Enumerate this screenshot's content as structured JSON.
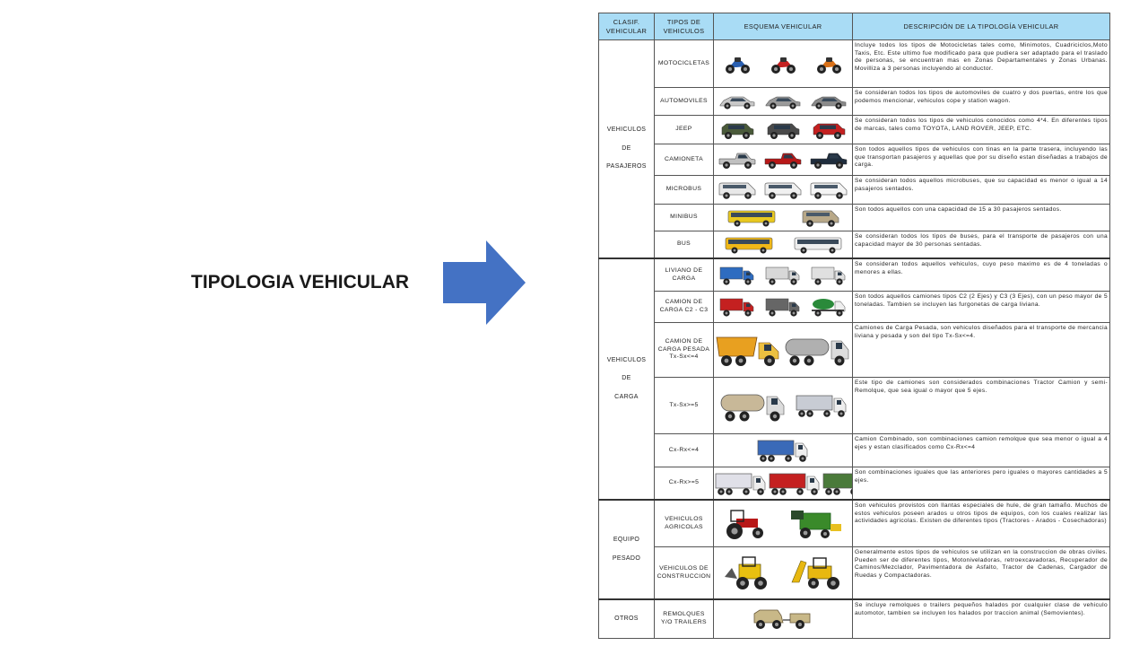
{
  "slide": {
    "title": "TIPOLOGIA VEHICULAR",
    "arrow_color": "#4472c4"
  },
  "table": {
    "headers": [
      "CLASIF. VEHICULAR",
      "TIPOS DE VEHICULOS",
      "ESQUEMA VEHICULAR",
      "DESCRIPCIÓN DE LA TIPOLOGÍA VEHICULAR"
    ],
    "header_color": "#a9dcf5",
    "groups": [
      {
        "label": [
          "VEHICULOS",
          "DE",
          "PASAJEROS"
        ]
      },
      {
        "label": [
          "VEHICULOS",
          "DE",
          "CARGA"
        ]
      },
      {
        "label": [
          "EQUIPO",
          "PESADO"
        ]
      },
      {
        "label": [
          "OTROS"
        ]
      }
    ],
    "rows": [
      {
        "type": "MOTOCICLETAS",
        "icons": [
          "motorcycle-icon",
          "quad-bike-icon",
          "mototaxi-icon"
        ],
        "description": "Incluye todos los tipos de Motocicletas tales como, Minimotos, Cuadriciclos,Moto Taxis, Etc. Este ultimo fue modificado para que pudiera ser adaptado para el traslado de personas, se encuentran mas en Zonas Departamentales y Zonas Urbanas. Movilliza a 3 personas incluyendo al conductor."
      },
      {
        "type": "AUTOMOVILES",
        "icons": [
          "sedan-car-icon",
          "coupe-car-icon",
          "station-wagon-icon"
        ],
        "description": "Se consideran todos los tipos de automoviles de cuatro y dos puertas, entre los que podemos mencionar, vehiculos cope y station wagon."
      },
      {
        "type": "JEEP",
        "icons": [
          "jeep-icon",
          "suv-icon",
          "red-suv-icon"
        ],
        "description": "Se consideran todos los tipos de vehiculos conocidos como 4*4. En diferentes tipos de marcas, tales como TOYOTA, LAND ROVER, JEEP, ETC."
      },
      {
        "type": "CAMIONETA",
        "icons": [
          "pickup-truck-icon",
          "red-pickup-icon",
          "dark-pickup-icon"
        ],
        "description": "Son todos aquellos tipos de vehiculos con tinas en la parte trasera, incluyendo las que transportan pasajeros y aquellas que por su diseño estan diseñadas a trabajos de carga."
      },
      {
        "type": "MICROBUS",
        "icons": [
          "microbus-icon",
          "van-icon",
          "white-van-icon"
        ],
        "description": "Se consideran todos aquellos microbuses, que su capacidad es menor o igual a 14 pasajeros sentados."
      },
      {
        "type": "MINIBUS",
        "icons": [
          "yellow-minibus-icon",
          "minibus-icon"
        ],
        "description": "Son todos aquellos con una capacidad de 15 a 30 pasajeros sentados."
      },
      {
        "type": "BUS",
        "icons": [
          "school-bus-icon",
          "coach-bus-icon"
        ],
        "description": "Se consideran todos los tipos de buses, para el transporte de pasajeros con una capacidad mayor de 30 personas sentadas."
      },
      {
        "type": "LIVIANO DE CARGA",
        "icons": [
          "light-truck-icon",
          "flatbed-truck-icon",
          "box-truck-icon"
        ],
        "description": "Se consideran todos aquellos vehiculos, cuyo peso maximo es de 4 toneladas o menores a ellas."
      },
      {
        "type": "CAMION DE CARGA C2 - C3",
        "icons": [
          "red-truck-icon",
          "trailer-truck-icon",
          "mixer-truck-icon"
        ],
        "description": "Son todos aquellos camiones tipos C2 (2 Ejes) y C3 (3 Ejes), con un peso mayor de 5 toneladas. Tambien se incluyen las furgonetas de carga liviana."
      },
      {
        "type": "CAMION DE CARGA PESADA Tx-Sx<=4",
        "icons": [
          "dump-truck-icon",
          "tanker-truck-icon"
        ],
        "description": "Camiones de Carga Pesada, son vehiculos diseñados para el transporte de mercancia liviana y pesada y son del tipo Tx-Sx<=4."
      },
      {
        "type": "Tx-Sx>=5",
        "icons": [
          "tanker-trailer-icon",
          "semi-trailer-icon"
        ],
        "description": "Este tipo de camiones son considerados combinaciones Tractor Camion y semi-Remolque, que sea igual o mayor que 5 ejes."
      },
      {
        "type": "Cx-Rx<=4",
        "icons": [
          "truck-with-trailer-icon"
        ],
        "description": "Camion Combinado, son combinaciones camion remolque que sea menor o igual a 4 ejes y estan clasificados como Cx-Rx<=4"
      },
      {
        "type": "Cx-Rx>=5",
        "icons": [
          "box-trailer-icon",
          "red-trailer-truck-icon",
          "green-trailer-truck-icon"
        ],
        "description": "Son combinaciones iguales que las anteriores pero iguales o mayores cantidades a 5 ejes."
      },
      {
        "type": "VEHICULOS AGRICOLAS",
        "icons": [
          "tractor-icon",
          "harvester-icon"
        ],
        "description": "Son vehiculos provistos con llantas especiales de hule, de gran tamaño. Muchos de estos vehiculos poseen arados u otros tipos de equipos, con los cuales realizar las actividades agricolas. Existen de diferentes tipos (Tractores - Arados - Cosechadoras)"
      },
      {
        "type": "VEHICULOS DE CONSTRUCCION",
        "icons": [
          "wheel-loader-icon",
          "backhoe-icon"
        ],
        "description": "Generalmente estos tipos de vehiculos se utilizan en la construccion de obras civiles. Pueden ser de diferentes tipos, Motoniveladoras, retroexcavadoras, Recuperador de Caminos/Mezclador, Pavimentadora de Asfalto, Tractor de Cadenas, Cargador de Ruedas y Compactadoras."
      },
      {
        "type": "REMOLQUES Y/O TRAILERS",
        "icons": [
          "jeep-with-trailer-icon"
        ],
        "description": "Se incluye remolques o trailers pequeños halados por cualquier clase de vehiculo automotor, tambien se incluyen los halados por traccion animal (Semovientes)."
      }
    ]
  }
}
